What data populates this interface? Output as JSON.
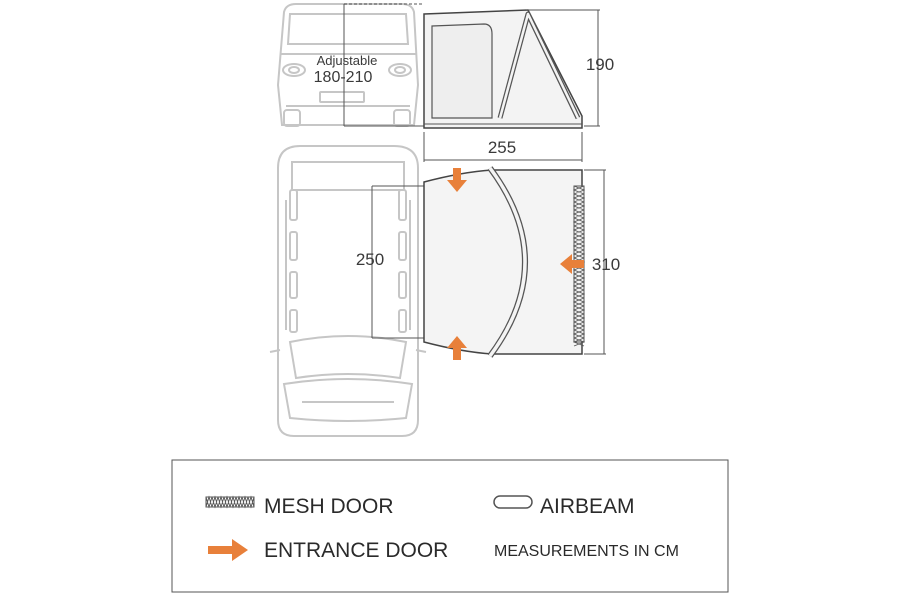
{
  "colors": {
    "vehicle_outline": "#c8c8c8",
    "awning_outline": "#4a4a4a",
    "awning_fill": "#f4f4f4",
    "entrance_arrow": "#e8803a",
    "dimension_line": "#555555",
    "legend_border": "#555555"
  },
  "icons": {
    "mesh_door": "mesh-door-icon",
    "airbeam": "airbeam-icon",
    "entrance_door": "entrance-arrow-icon",
    "van_front": "van-front-icon",
    "van_top": "van-top-icon"
  },
  "side_view": {
    "adjustable_label": "Adjustable",
    "adjustable_value": "180-210",
    "height_value": "190",
    "depth_value": "255"
  },
  "top_view": {
    "van_side_length": "250",
    "awning_width": "310"
  },
  "legend": {
    "mesh_door_label": "MESH DOOR",
    "airbeam_label": "AIRBEAM",
    "entrance_door_label": "ENTRANCE DOOR",
    "units_note": "MEASUREMENTS IN CM"
  }
}
